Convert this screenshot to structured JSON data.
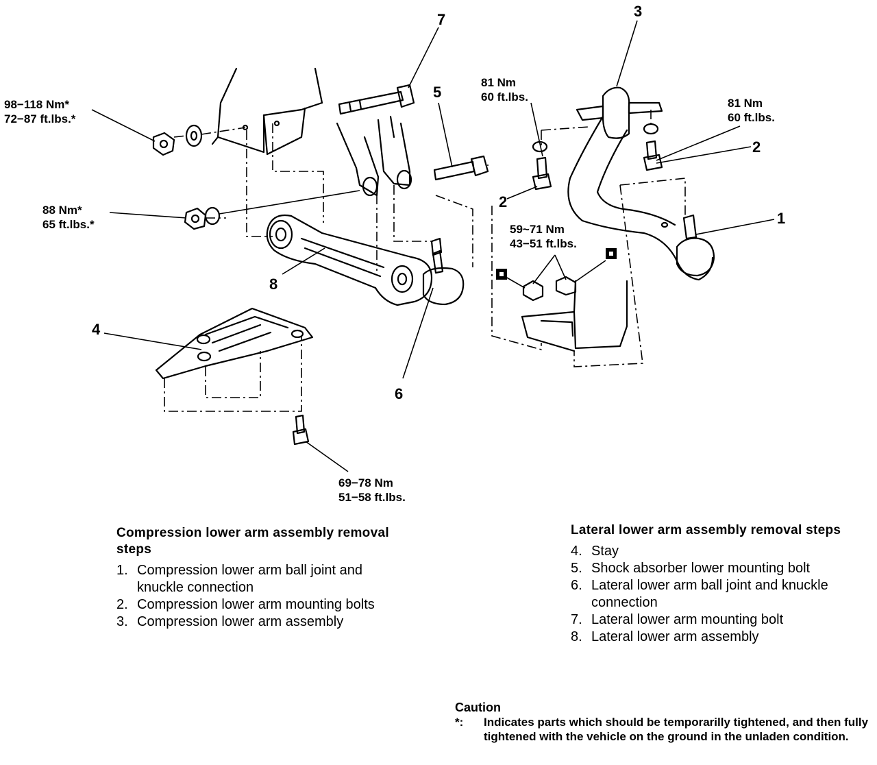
{
  "callouts": {
    "torque_98_118": {
      "nm": "98−118 Nm*",
      "ftlbs": "72−87 ft.lbs.*"
    },
    "torque_88": {
      "nm": "88 Nm*",
      "ftlbs": "65 ft.lbs.*"
    },
    "torque_81_left": {
      "nm": "81 Nm",
      "ftlbs": "60 ft.lbs."
    },
    "torque_81_right": {
      "nm": "81 Nm",
      "ftlbs": "60 ft.lbs."
    },
    "torque_59_71": {
      "nm": "59~71 Nm",
      "ftlbs": "43−51 ft.lbs."
    },
    "torque_69_78": {
      "nm": "69−78 Nm",
      "ftlbs": "51−58 ft.lbs."
    }
  },
  "part_numbers": {
    "n1": "1",
    "n2a": "2",
    "n2b": "2",
    "n3": "3",
    "n4": "4",
    "n5": "5",
    "n6": "6",
    "n7": "7",
    "n8": "8"
  },
  "compression": {
    "heading": "Compression lower arm assembly removal steps",
    "steps": [
      {
        "n": "1.",
        "text": "Compression lower arm ball joint and knuckle connection"
      },
      {
        "n": "2.",
        "text": "Compression lower arm mounting bolts"
      },
      {
        "n": "3.",
        "text": "Compression lower arm assembly"
      }
    ]
  },
  "lateral": {
    "heading": "Lateral lower arm assembly removal steps",
    "steps": [
      {
        "n": "4.",
        "text": "Stay"
      },
      {
        "n": "5.",
        "text": "Shock absorber lower mounting bolt"
      },
      {
        "n": "6.",
        "text": "Lateral lower arm ball joint and knuckle connection"
      },
      {
        "n": "7.",
        "text": "Lateral lower arm mounting bolt"
      },
      {
        "n": "8.",
        "text": "Lateral lower arm assembly"
      }
    ]
  },
  "caution": {
    "title": "Caution",
    "marker": "*:",
    "text": "Indicates parts which should be temporarilly tightened, and then fully tightened with the vehicle on the ground in the unladen condition."
  }
}
